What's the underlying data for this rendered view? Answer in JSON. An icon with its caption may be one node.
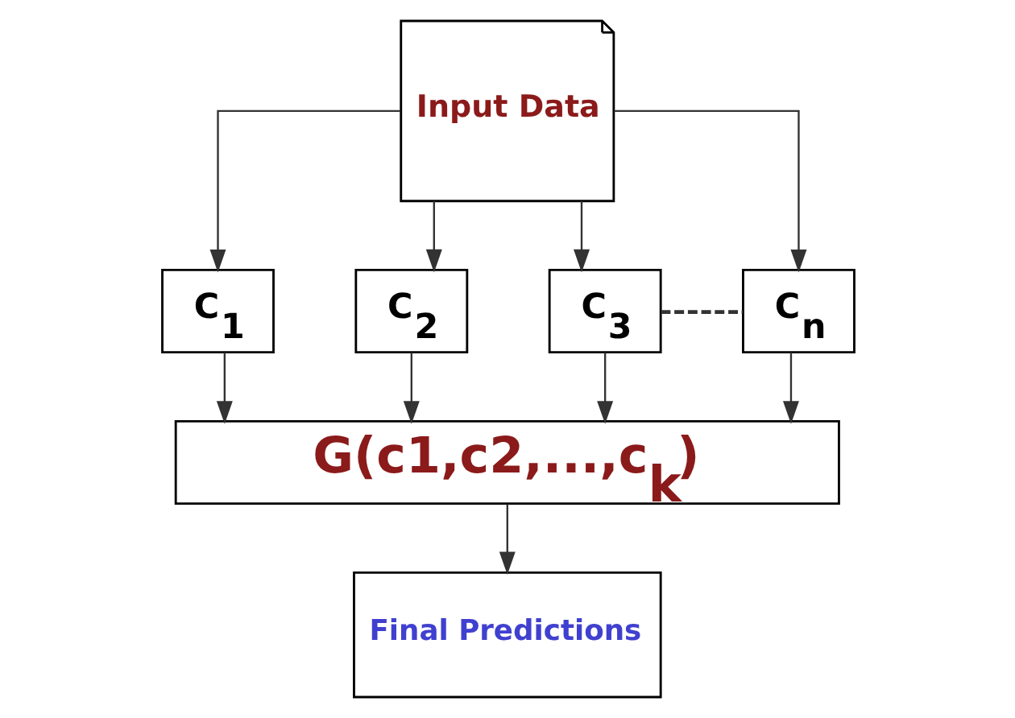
{
  "diagram": {
    "nodes": [
      {
        "text": [
          "Input Data"
        ]
      },
      {
        "text": [
          "C$_{1}$"
        ]
      },
      {
        "text": [
          "C$_{2}$"
        ]
      },
      {
        "text": [
          "C$_{3}$"
        ]
      },
      {
        "text": [
          "C$_{n}$"
        ]
      },
      {
        "text": [
          "G(c1,c2,...,c$_{k}$)"
        ]
      },
      {
        "text": [
          "Final Predictions"
        ]
      }
    ],
    "edges": [
      {
        "from": 0,
        "to": 1,
        "arrow": "to"
      },
      {
        "from": 0,
        "to": 2,
        "arrow": "to"
      },
      {
        "from": 0,
        "to": 3,
        "arrow": "to"
      },
      {
        "from": 0,
        "to": 4,
        "arrow": "to"
      },
      {
        "from": 3,
        "to": 4,
        "arrow": "none",
        "style": "dashed"
      },
      {
        "from": 1,
        "to": 5,
        "arrow": "to"
      },
      {
        "from": 2,
        "to": 5,
        "arrow": "to"
      },
      {
        "from": 3,
        "to": 5,
        "arrow": "to"
      },
      {
        "from": 4,
        "to": 5,
        "arrow": "to"
      },
      {
        "from": 5,
        "to": 6,
        "arrow": "to"
      }
    ]
  }
}
